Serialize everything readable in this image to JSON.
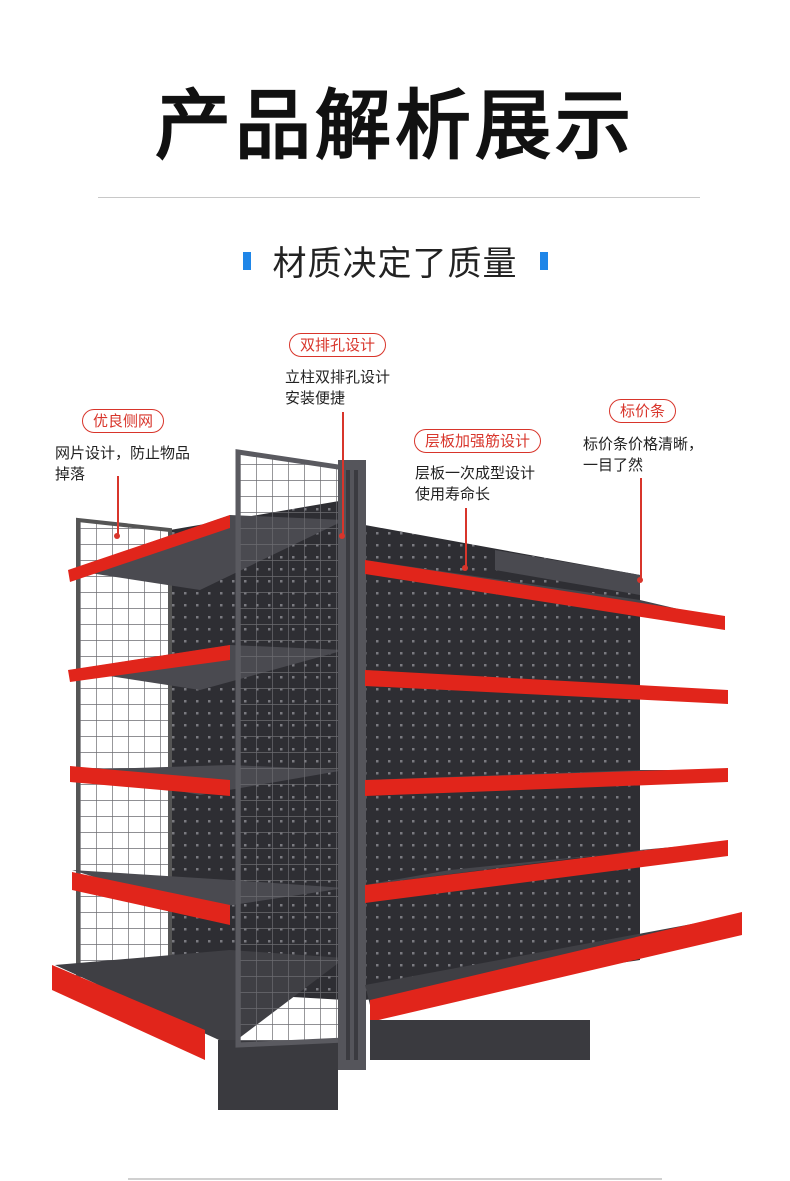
{
  "header": {
    "title": "产品解析展示",
    "subtitle": "材质决定了质量"
  },
  "callouts": [
    {
      "id": "wire-side",
      "tag": "优良侧网",
      "desc_lines": [
        "网片设计，防止物品",
        "掉落"
      ]
    },
    {
      "id": "double-holes",
      "tag": "双排孔设计",
      "desc_lines": [
        "立柱双排孔设计",
        "安装便捷"
      ]
    },
    {
      "id": "reinforced-shelf",
      "tag": "层板加强筋设计",
      "desc_lines": [
        "层板一次成型设计",
        "使用寿命长"
      ]
    },
    {
      "id": "price-strip",
      "tag": "标价条",
      "desc_lines": [
        "标价条价格清晰，",
        "一目了然"
      ]
    }
  ],
  "colors": {
    "accent_red": "#d8352b",
    "accent_blue": "#1f86e8",
    "shelf_dark": "#3f3f44",
    "shelf_red": "#e1251b"
  }
}
